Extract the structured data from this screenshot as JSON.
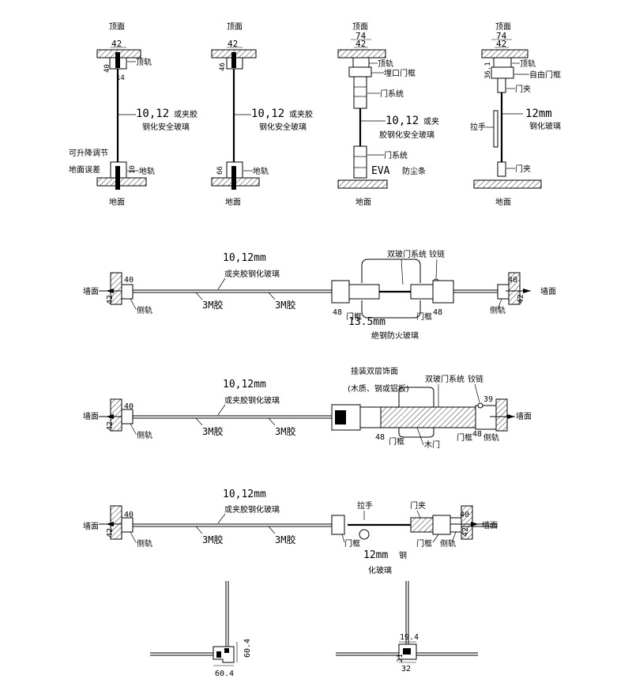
{
  "sections": {
    "s1": {
      "ceiling": "顶面",
      "dim_top": "42",
      "dim_top_side": "40",
      "dim_14": "14",
      "top_rail": "顶轨",
      "glass_spec": "10,12",
      "glass_spec_suffix": "或夹胶",
      "glass_type": "钢化安全玻璃",
      "adjust": "可升降调节",
      "floor_error": "地面误差",
      "dim_bottom_side": "10",
      "floor_rail": "地轨",
      "floor": "地面"
    },
    "s2": {
      "ceiling": "顶面",
      "dim_top": "42",
      "dim_top_side": "46",
      "glass_spec": "10,12",
      "glass_spec_suffix": "或夹胶",
      "glass_type": "钢化安全玻璃",
      "dim_bottom_side": "66",
      "floor_rail": "地轨",
      "floor": "地面"
    },
    "s3": {
      "ceiling": "顶面",
      "dim_74": "74",
      "dim_42": "42",
      "top_rail": "顶轨",
      "flat_frame": "埋口门框",
      "door_system_1": "门系统",
      "glass_spec": "10,12",
      "glass_spec_suffix": "或夹",
      "glass_type": "胶钢化安全玻璃",
      "door_system_2": "门系统",
      "eva": "EVA",
      "eva_suffix": "防尘条",
      "floor": "地面"
    },
    "s4": {
      "ceiling": "顶面",
      "dim_74": "74",
      "dim_42": "42",
      "dim_side": "36.1",
      "top_rail": "顶轨",
      "free_frame": "自由门框",
      "door_clamp_1": "门夹",
      "glass_spec": "12mm",
      "handle": "拉手",
      "glass_type": "钢化玻璃",
      "door_clamp_2": "门夹",
      "floor": "地面"
    }
  },
  "plans": {
    "p1": {
      "wall_l": "墙面",
      "wall_r": "墙面",
      "dim_40_l": "40",
      "dim_42_l": "42",
      "dim_40_r": "40",
      "dim_42_r": "42",
      "glass_spec": "10,12mm",
      "glass_type": "或夹胶钢化玻璃",
      "tape_1": "3M胶",
      "tape_2": "3M胶",
      "side_rail_l": "侧轨",
      "side_rail_r": "侧轨",
      "double_door": "双玻门系统",
      "hinge": "铰链",
      "dim_48_l": "48",
      "dim_48_r": "48",
      "frame_l": "门框",
      "frame_r": "门框",
      "fire_glass_spec": "13.5mm",
      "fire_glass_type": "绝钢防火玻璃"
    },
    "p2": {
      "wall_l": "墙面",
      "wall_r": "墙面",
      "dim_40_l": "40",
      "dim_42_l": "42",
      "dim_39": "39",
      "dim_48_r": "48",
      "glass_spec": "10,12mm",
      "glass_type": "或夹胶钢化玻璃",
      "tape_1": "3M胶",
      "tape_2": "3M胶",
      "side_rail_l": "侧轨",
      "side_rail_r": "侧轨",
      "hanging_panel": "挂装双层饰面",
      "panel_material": "(木质、钢或铝板)",
      "double_door": "双玻门系统",
      "hinge": "铰链",
      "dim_48": "48",
      "frame_l": "门框",
      "frame_r": "门框",
      "wood_door": "木门"
    },
    "p3": {
      "wall_l": "墙面",
      "wall_r": "墙面",
      "dim_40_l": "40",
      "dim_42_l": "42",
      "dim_40_r": "40",
      "dim_42_r": "42",
      "glass_spec": "10,12mm",
      "glass_type": "或夹胶钢化玻璃",
      "tape_1": "3M胶",
      "tape_2": "3M胶",
      "side_rail_l": "侧轨",
      "side_rail_r": "侧轨",
      "handle": "拉手",
      "door_clamp": "门夹",
      "frame_l": "门框",
      "frame_r": "门框",
      "door_glass_spec": "12mm",
      "door_glass_type_1": "钢",
      "door_glass_type_2": "化玻璃"
    }
  },
  "corners": {
    "c1": {
      "dim_w": "60.4",
      "dim_h": "60.4"
    },
    "c2": {
      "dim_top": "19.4",
      "dim_side": "21",
      "dim_bottom": "32"
    }
  }
}
